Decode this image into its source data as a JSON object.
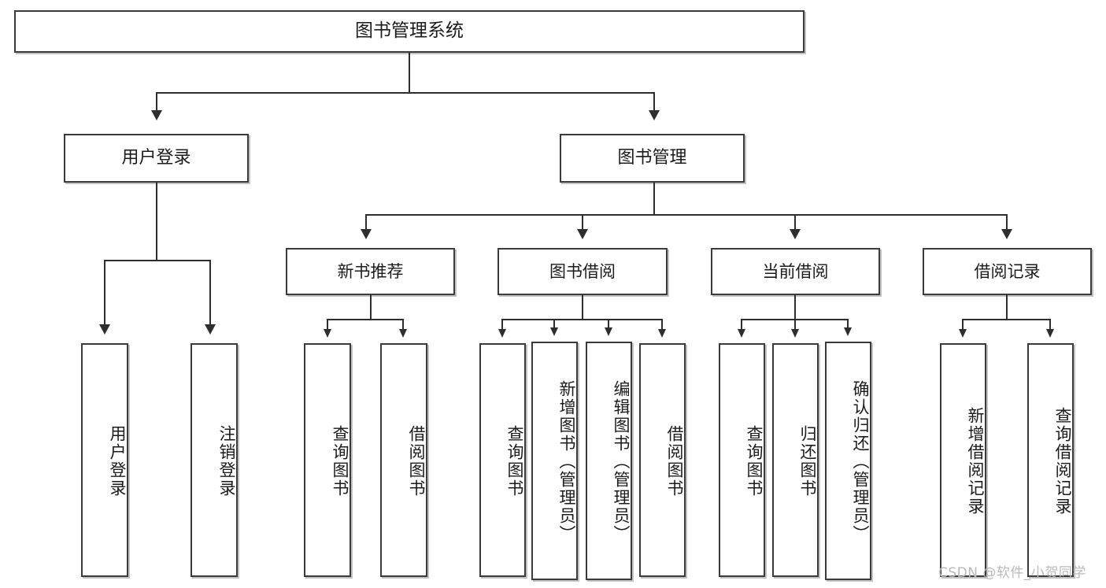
{
  "diagram": {
    "title": "图书管理系统",
    "type": "hierarchy-tree",
    "watermark": "CSDN @软件_小贺同学",
    "colors": {
      "box_border": "#3b3b3b",
      "connector": "#2e2e2e",
      "background": "#ffffff",
      "watermark": "#b9b9b9"
    },
    "levels": {
      "root": {
        "label": "图书管理系统"
      },
      "level2": [
        {
          "label": "用户登录"
        },
        {
          "label": "图书管理"
        }
      ],
      "level3": [
        {
          "label": "新书推荐"
        },
        {
          "label": "图书借阅"
        },
        {
          "label": "当前借阅"
        },
        {
          "label": "借阅记录"
        }
      ],
      "leaves": {
        "user_login": [
          {
            "label": "用户登录"
          },
          {
            "label": "注销登录"
          }
        ],
        "new_book_recommend": [
          {
            "label": "查询图书"
          },
          {
            "label": "借阅图书"
          }
        ],
        "book_borrow": [
          {
            "label": "查询图书"
          },
          {
            "label": "新增图书（管理员）"
          },
          {
            "label": "编辑图书（管理员）"
          },
          {
            "label": "借阅图书"
          }
        ],
        "current_borrow": [
          {
            "label": "查询图书"
          },
          {
            "label": "归还图书"
          },
          {
            "label": "确认归还（管理员）"
          }
        ],
        "borrow_record": [
          {
            "label": "新增借阅记录"
          },
          {
            "label": "查询借阅记录"
          }
        ]
      }
    }
  }
}
